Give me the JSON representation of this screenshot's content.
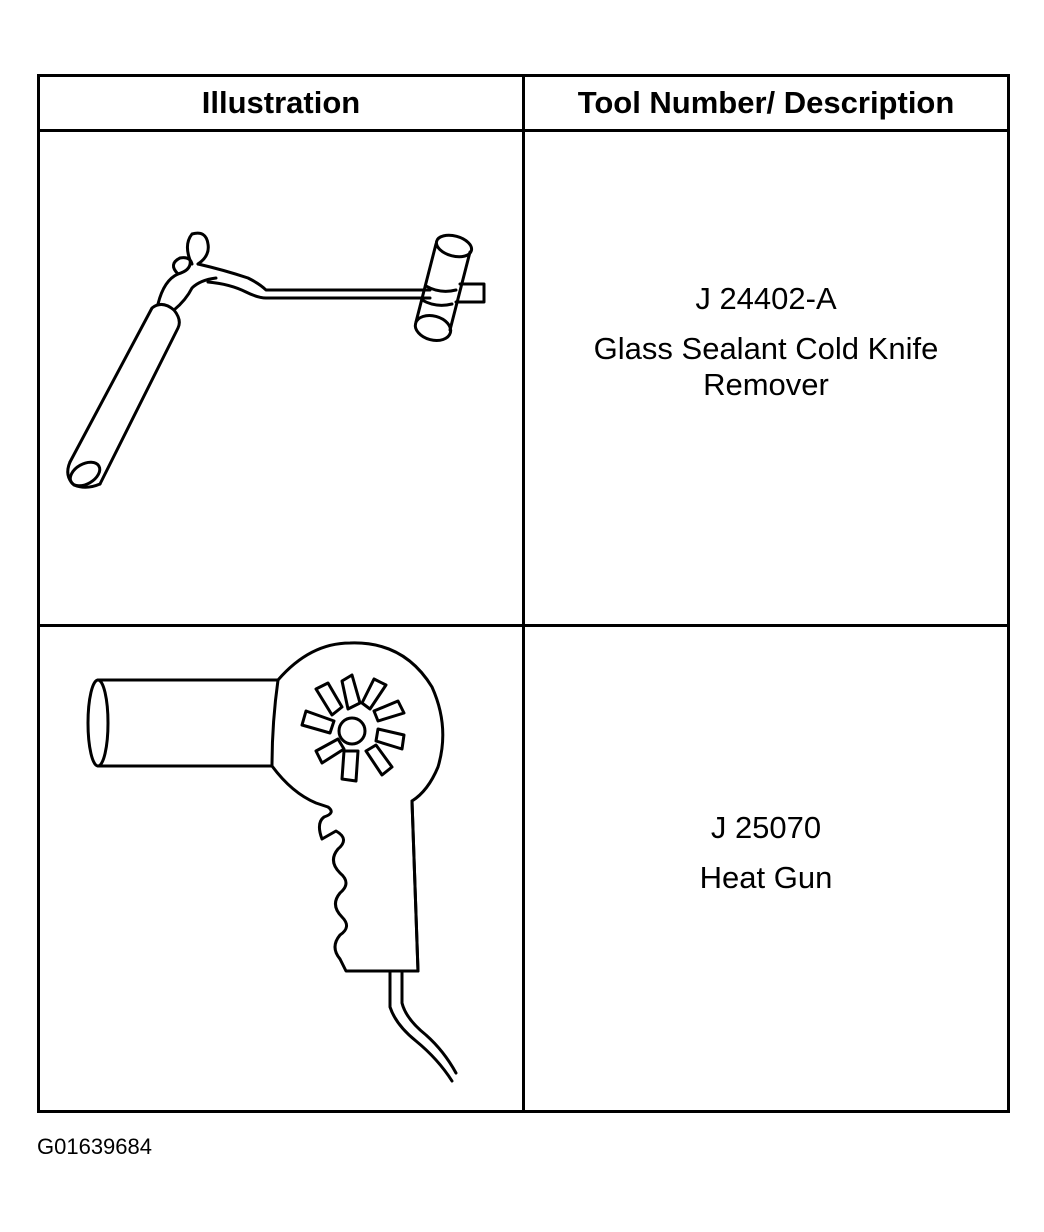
{
  "table": {
    "headers": [
      "Illustration",
      "Tool Number/ Description"
    ],
    "rows": [
      {
        "illustration_icon": "cold-knife-remover-icon",
        "tool_number": "J 24402-A",
        "description": "Glass Sealant Cold Knife Remover"
      },
      {
        "illustration_icon": "heat-gun-icon",
        "tool_number": "J 25070",
        "description": "Heat Gun"
      }
    ]
  },
  "figure_id": "G01639684"
}
